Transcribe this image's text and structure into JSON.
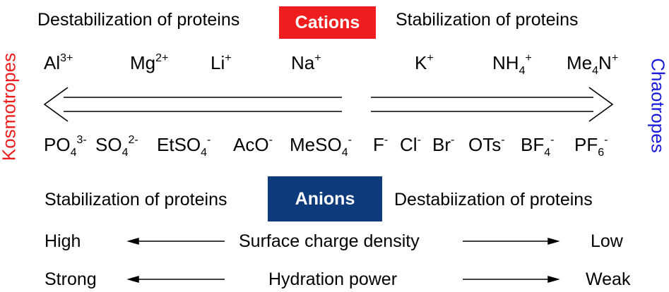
{
  "colors": {
    "cations_box": "#ef1d1d",
    "anions_box": "#0d3a7a",
    "kosmotropes": "#ee1c1c",
    "chaotropes": "#1a1adc"
  },
  "cations": {
    "label": "Cations",
    "left_text": "Destabilization of proteins",
    "right_text": "Stabilization of proteins",
    "ions": [
      {
        "base": "Al",
        "sup": "3+"
      },
      {
        "base": "Mg",
        "sup": "2+"
      },
      {
        "base": "Li",
        "sup": "+"
      },
      {
        "base": "Na",
        "sup": "+"
      },
      {
        "base": "K",
        "sup": "+"
      },
      {
        "base": "NH",
        "sub": "4",
        "sup": "+"
      },
      {
        "base": "Me",
        "sub": "4",
        "base2": "N",
        "sup": "+"
      }
    ]
  },
  "anions": {
    "label": "Anions",
    "left_text": "Stabilization of proteins",
    "right_text": "Destabiization of proteins",
    "ions": [
      {
        "base": "PO",
        "sub": "4",
        "sup": "3-"
      },
      {
        "base": "SO",
        "sub": "4",
        "sup": "2-"
      },
      {
        "base": "EtSO",
        "sub": "4",
        "sup": "-"
      },
      {
        "base": "AcO",
        "sup": "-"
      },
      {
        "base": "MeSO",
        "sub": "4",
        "sup": "-"
      },
      {
        "base": "F",
        "sup": "-"
      },
      {
        "base": "Cl",
        "sup": "-"
      },
      {
        "base": "Br",
        "sup": "-"
      },
      {
        "base": "OTs",
        "sup": "-"
      },
      {
        "base": "BF",
        "sub": "4",
        "sup": "-"
      },
      {
        "base": "PF",
        "sub": "6",
        "sup": "-"
      }
    ]
  },
  "side_labels": {
    "left": "Kosmotropes",
    "right": "Chaotropes"
  },
  "scales": [
    {
      "left": "High",
      "center": "Surface charge density",
      "right": "Low"
    },
    {
      "left": "Strong",
      "center": "Hydration power",
      "right": "Weak"
    }
  ]
}
